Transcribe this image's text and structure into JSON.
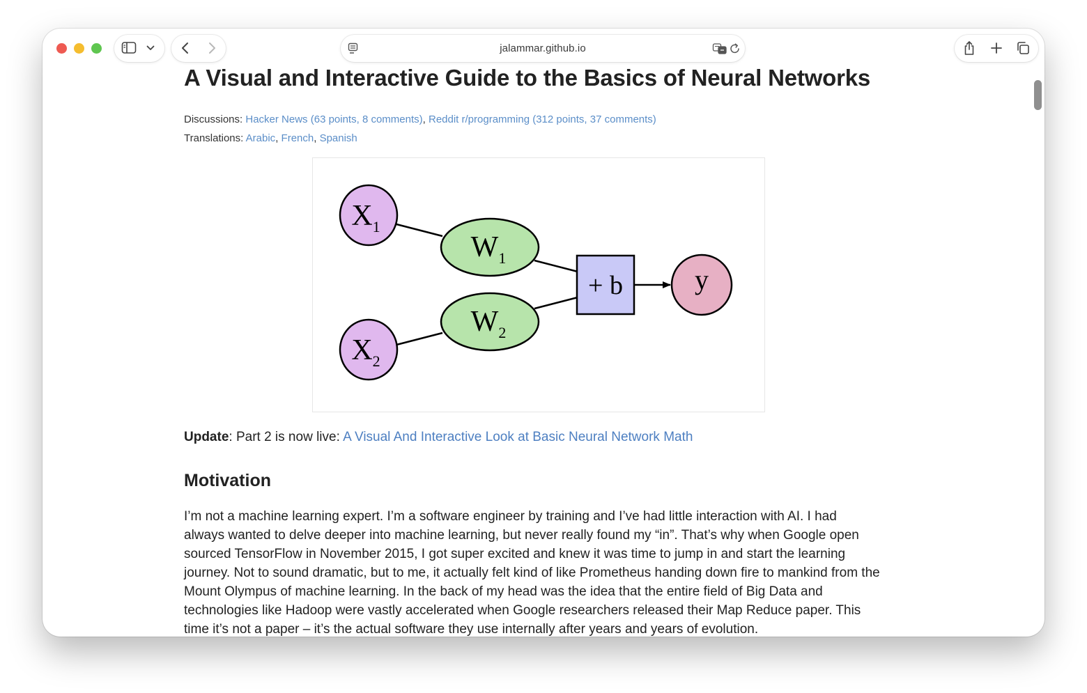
{
  "browser": {
    "url": "jalammar.github.io"
  },
  "article": {
    "title": "A Visual and Interactive Guide to the Basics of Neural Networks",
    "discussions_label": "Discussions:",
    "discussions": [
      "Hacker News (63 points, 8 comments)",
      "Reddit r/programming (312 points, 37 comments)"
    ],
    "translations_label": "Translations:",
    "translations": [
      "Arabic",
      "French",
      "Spanish"
    ],
    "figure": {
      "nodes": {
        "x1": {
          "main": "X",
          "sub": "1"
        },
        "x2": {
          "main": "X",
          "sub": "2"
        },
        "w1": {
          "main": "W",
          "sub": "1"
        },
        "w2": {
          "main": "W",
          "sub": "2"
        },
        "bias": "+ b",
        "y": "y"
      },
      "colors": {
        "input": "#e0b8ee",
        "weight": "#b7e4ab",
        "bias": "#c9c9f7",
        "output": "#e7b0c4"
      }
    },
    "update_label": "Update",
    "update_text": ": Part 2 is now live: ",
    "update_link": "A Visual And Interactive Look at Basic Neural Network Math",
    "section_title": "Motivation",
    "paragraph": "I’m not a machine learning expert. I’m a software engineer by training and I’ve had little interaction with AI. I had always wanted to delve deeper into machine learning, but never really found my “in”. That’s why when Google open sourced TensorFlow in November 2015, I got super excited and knew it was time to jump in and start the learning journey. Not to sound dramatic, but to me, it actually felt kind of like Prometheus handing down fire to mankind from the Mount Olympus of machine learning. In the back of my head was the idea that the entire field of Big Data and technologies like Hadoop were vastly accelerated when Google researchers released their Map Reduce paper. This time it’s not a paper – it’s the actual software they use internally after years and years of evolution."
  }
}
